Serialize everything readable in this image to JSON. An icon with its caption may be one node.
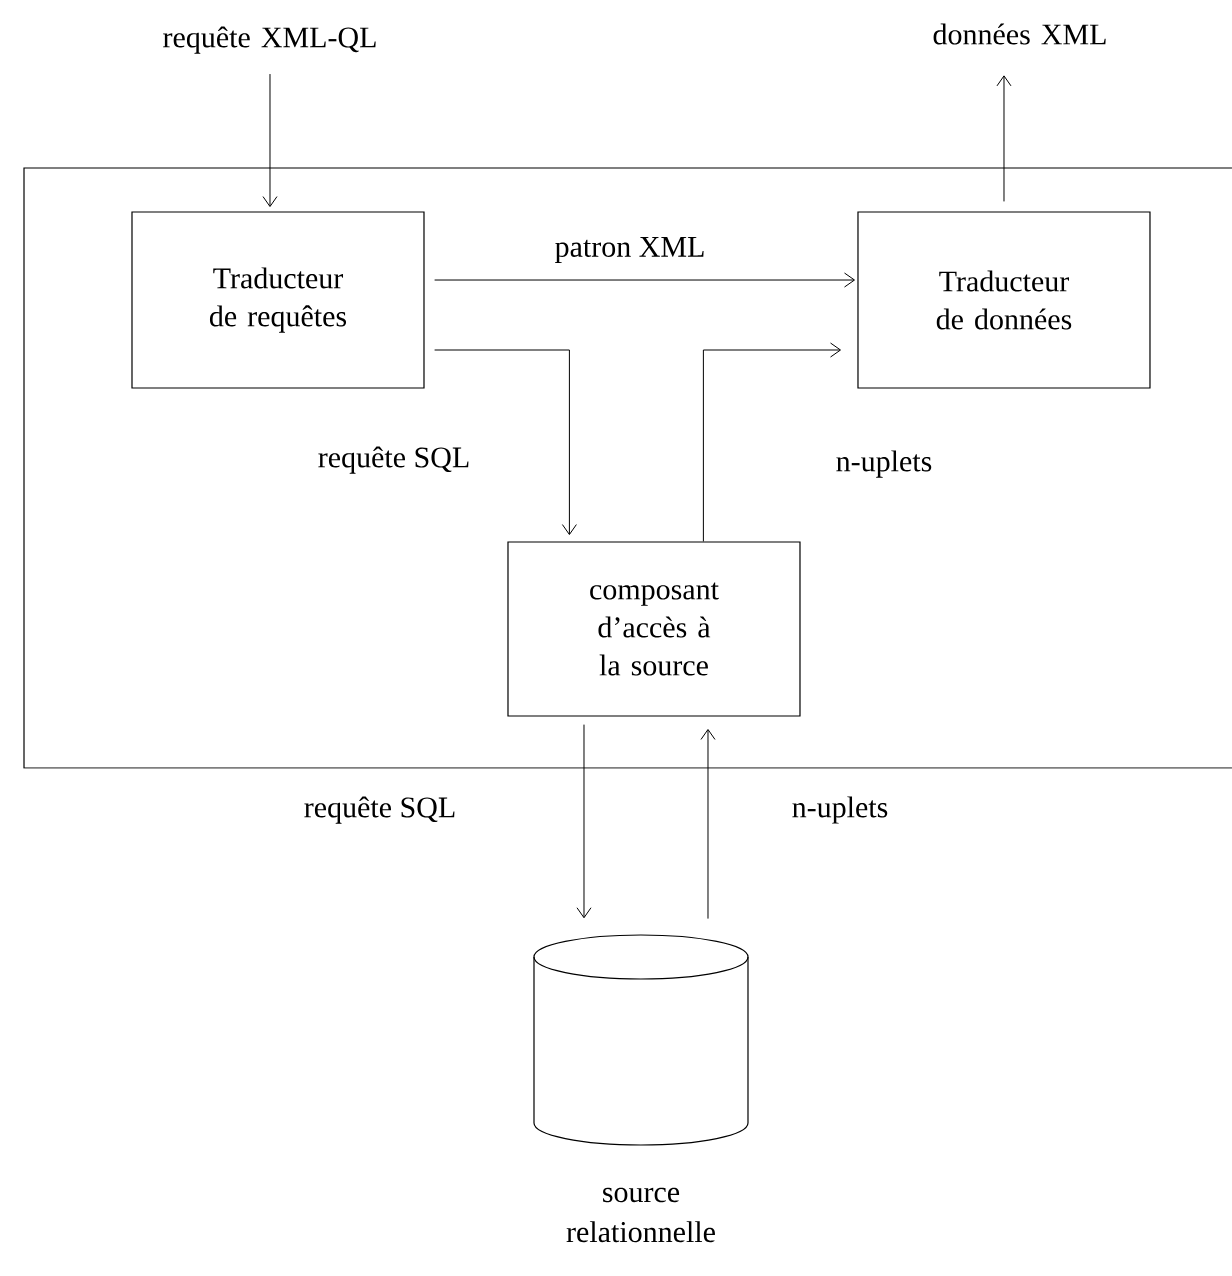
{
  "diagram": {
    "nodes": [
      {
        "text": [
          "requête XML-QL"
        ]
      },
      {
        "text": [
          "données XML"
        ]
      },
      {
        "text": [],
        "shape": "box"
      },
      {
        "text": [
          "Traducteur de requêtes"
        ],
        "in": 2
      },
      {
        "text": [
          "Traducteur de données"
        ],
        "in": 2
      },
      {
        "text": [
          "composant d’accès à la source"
        ],
        "in": 2
      },
      {
        "text": [],
        "shape": "cylinder",
        "beside": [
          "source relationnelle"
        ]
      }
    ],
    "edges": [
      {
        "from": 0,
        "to": 3,
        "arrow": "to"
      },
      {
        "from": 4,
        "to": 1,
        "arrow": "to"
      },
      {
        "from": 3,
        "to": 4,
        "arrow": "to",
        "label": "patron XML"
      },
      {
        "from": 3,
        "to": 5,
        "arrow": "to",
        "label": "requête SQL"
      },
      {
        "from": 5,
        "to": 4,
        "arrow": "to",
        "label": "n-uplets"
      },
      {
        "from": 5,
        "to": 6,
        "arrow": "to",
        "label": "requête SQL"
      },
      {
        "from": 6,
        "to": 5,
        "arrow": "to",
        "label": "n-uplets"
      }
    ]
  }
}
